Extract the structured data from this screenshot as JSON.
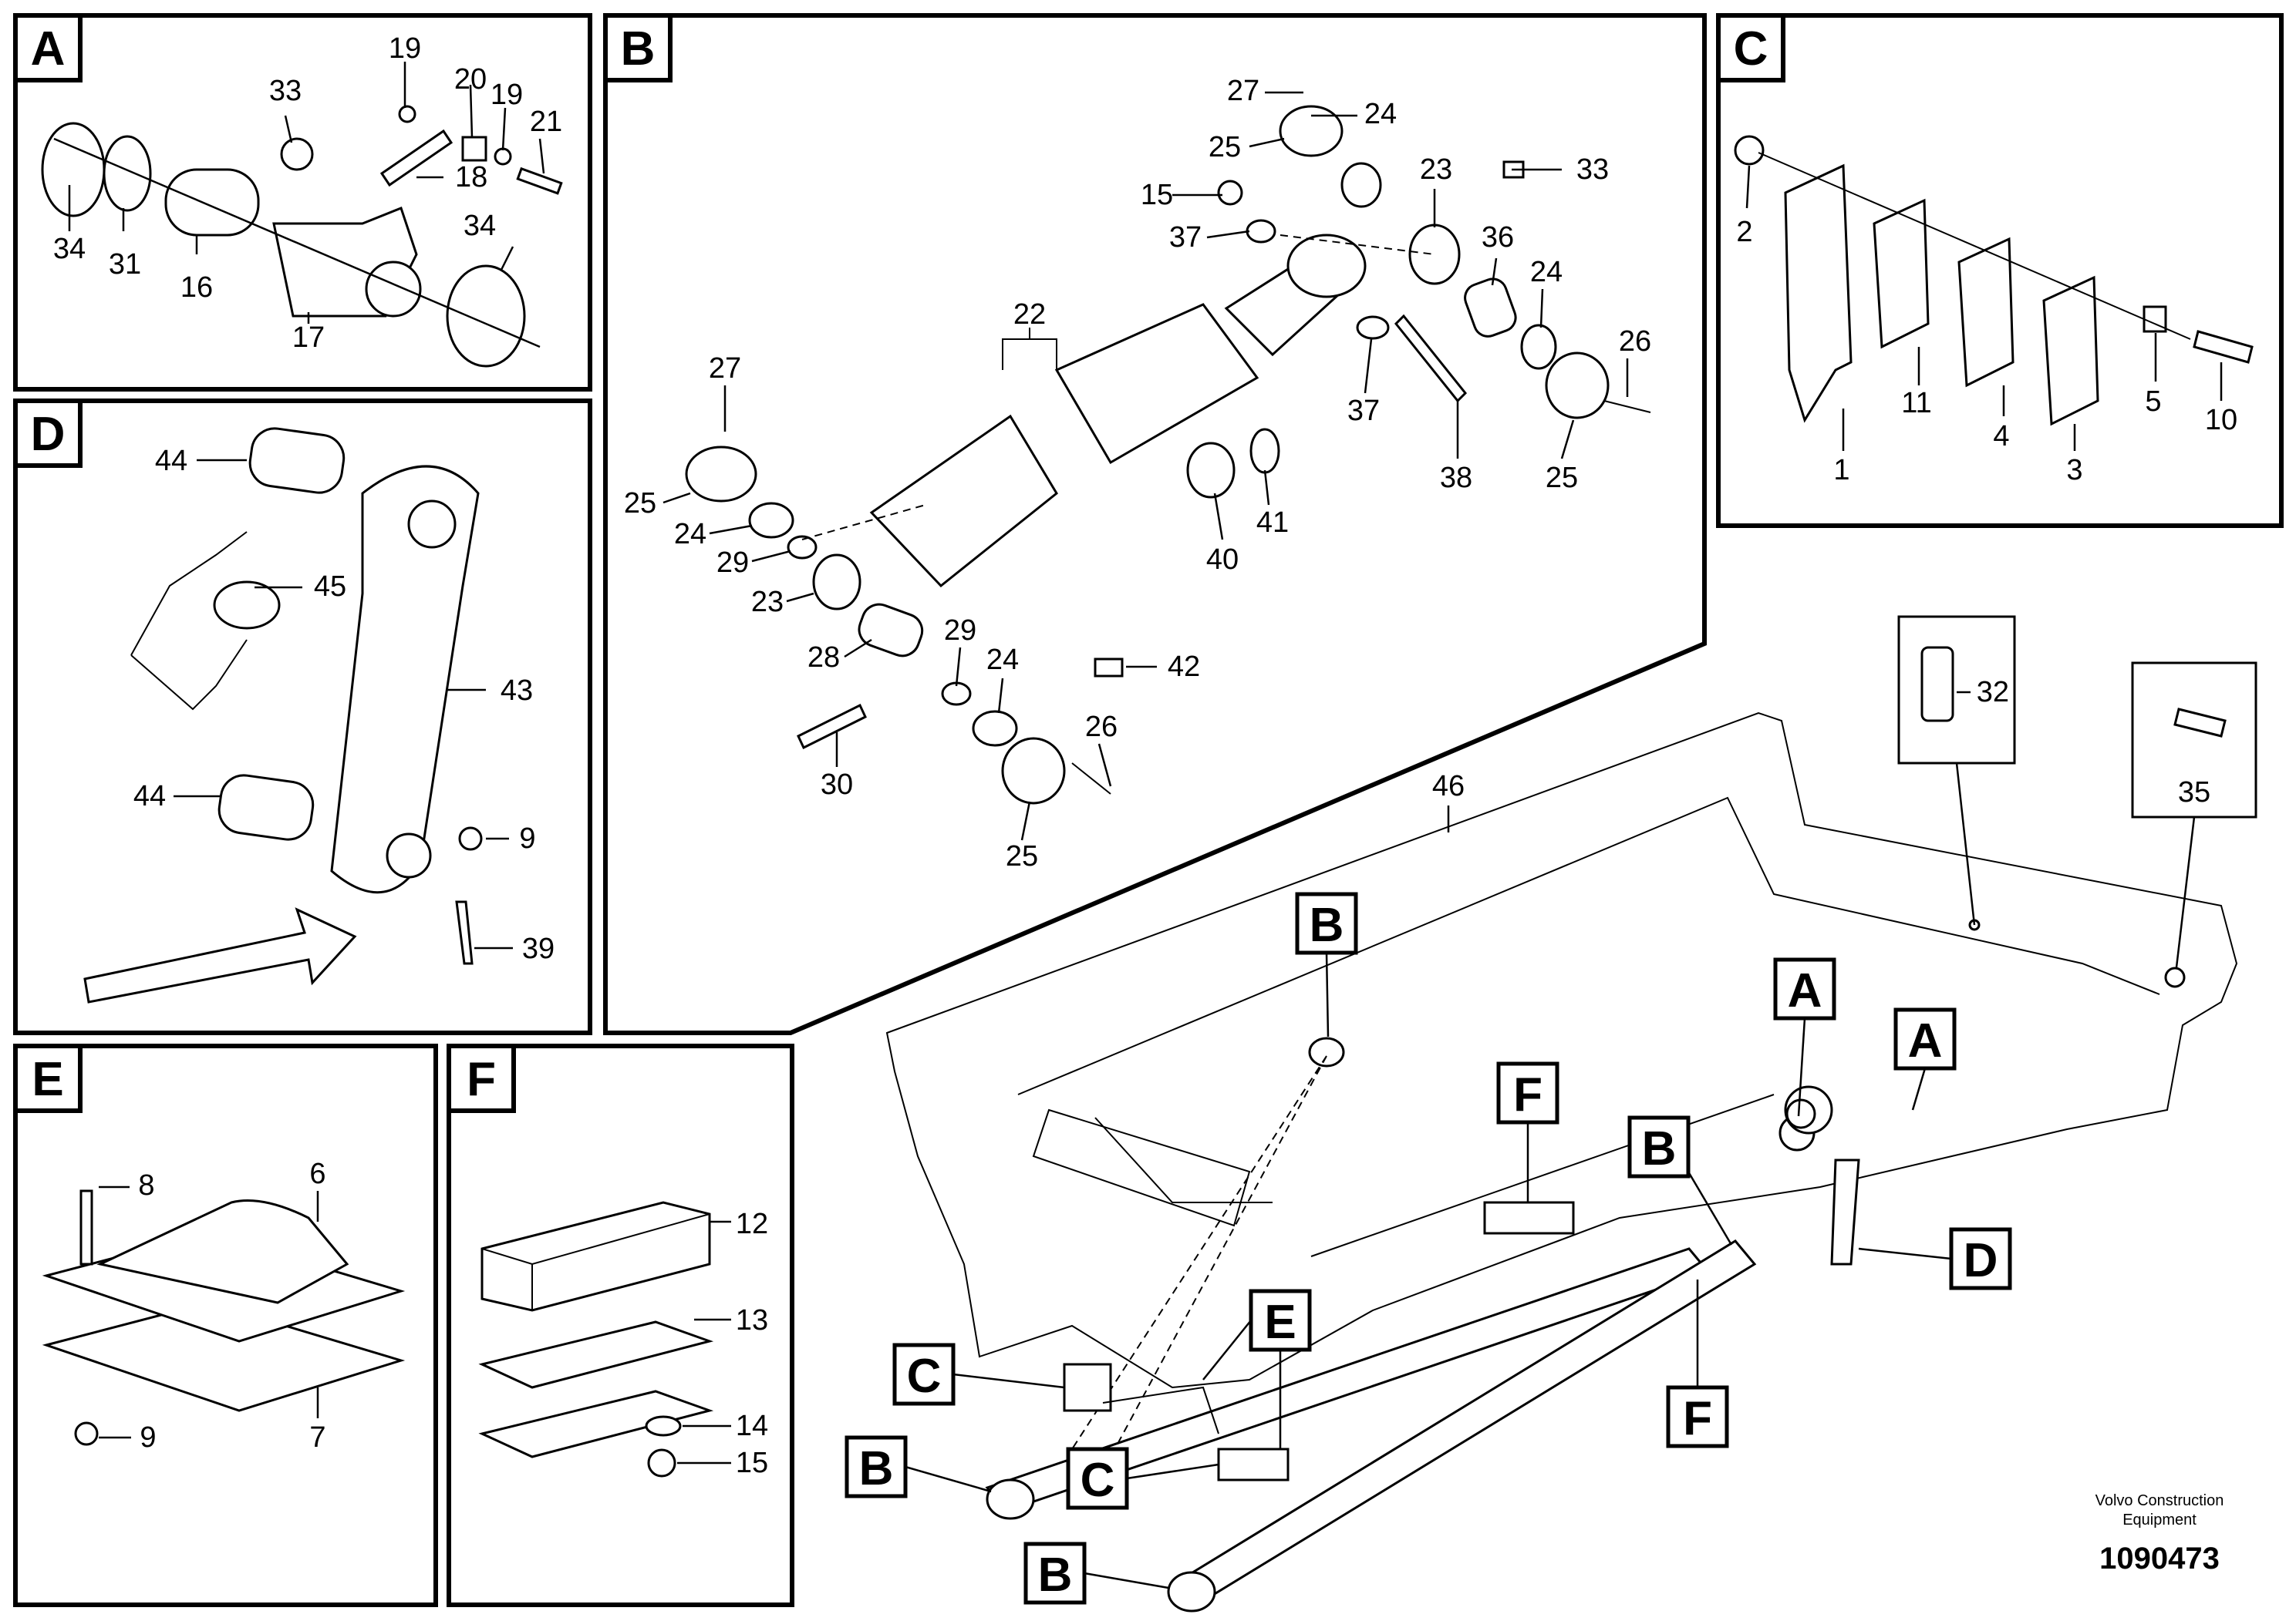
{
  "panels": {
    "A": {
      "tag": "A",
      "labels": {
        "l33": "33",
        "l19a": "19",
        "l20": "20",
        "l19b": "19",
        "l21": "21",
        "l18": "18",
        "l34a": "34",
        "l31": "31",
        "l16": "16",
        "l17": "17",
        "l34b": "34"
      }
    },
    "B": {
      "tag": "B",
      "labels": {
        "l27a": "27",
        "l24a": "24",
        "l25a": "25",
        "l23a": "23",
        "l33": "33",
        "l15": "15",
        "l37a": "37",
        "l36": "36",
        "l24b": "24",
        "l22": "22",
        "l26a": "26",
        "l27b": "27",
        "l37b": "37",
        "l25b": "25",
        "l38": "38",
        "l25c": "25",
        "l24c": "24",
        "l29a": "29",
        "l40": "40",
        "l41": "41",
        "l23b": "23",
        "l29b": "29",
        "l28": "28",
        "l24d": "24",
        "l42": "42",
        "l26b": "26",
        "l30": "30",
        "l25d": "25"
      }
    },
    "C": {
      "tag": "C",
      "labels": {
        "l2": "2",
        "l11": "11",
        "l4": "4",
        "l5": "5",
        "l10": "10",
        "l1": "1",
        "l3": "3"
      }
    },
    "D": {
      "tag": "D",
      "labels": {
        "l44a": "44",
        "l45": "45",
        "l43": "43",
        "l44b": "44",
        "l9": "9",
        "l39": "39"
      }
    },
    "E": {
      "tag": "E",
      "labels": {
        "l8": "8",
        "l6": "6",
        "l9": "9",
        "l7": "7"
      }
    },
    "F": {
      "tag": "F",
      "labels": {
        "l12": "12",
        "l13": "13",
        "l14": "14",
        "l15": "15"
      }
    }
  },
  "overview": {
    "labels": {
      "l46": "46",
      "l32": "32",
      "l35": "35"
    },
    "callouts": {
      "b_top": "B",
      "a_mid": "A",
      "a_right": "A",
      "f_mid": "F",
      "b_mid": "B",
      "d_right": "D",
      "e_low": "E",
      "c_left": "C",
      "f_low": "F",
      "b_left": "B",
      "c_low": "C",
      "b_bottom": "B"
    }
  },
  "footer": {
    "brand_line1": "Volvo Construction",
    "brand_line2": "Equipment",
    "drawing_number": "1090473"
  }
}
